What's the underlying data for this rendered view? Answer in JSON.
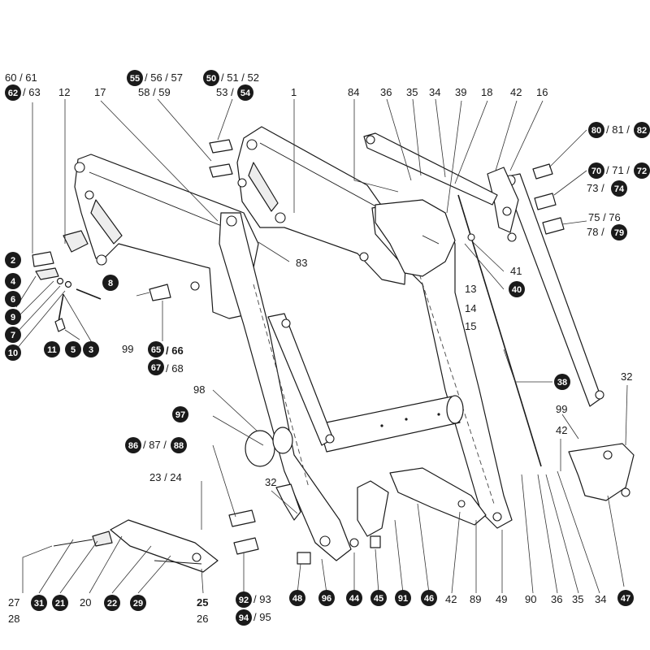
{
  "colors": {
    "ink": "#1a1a1a",
    "badge_fill": "#1a1a1a",
    "badge_text": "#ffffff"
  },
  "labels": {
    "l_60_61": "60 / 61",
    "l_63": "/ 63",
    "l_12": "12",
    "l_17": "17",
    "l_56_57": "/ 56 / 57",
    "l_58_59": "58 / 59",
    "l_51_52": "/ 51 / 52",
    "l_53": "53 /",
    "l_1": "1",
    "l_84": "84",
    "l_36_top": "36",
    "l_35_top": "35",
    "l_34_top": "34",
    "l_39": "39",
    "l_18": "18",
    "l_42_top": "42",
    "l_16": "16",
    "l_81": "/ 81 /",
    "l_71": "/ 71 /",
    "l_73": "73 /",
    "l_75_76": "75 / 76",
    "l_78": "78 /",
    "l_83": "83",
    "l_41": "41",
    "l_13": "13",
    "l_14": "14",
    "l_15": "15",
    "l_99_left": "99",
    "l_66": "/ 66",
    "l_68": "/ 68",
    "l_32_right": "32",
    "l_99_right": "99",
    "l_42_right": "42",
    "l_98": "98",
    "l_87": "/ 87 /",
    "l_23_24": "23 / 24",
    "l_32_mid": "32",
    "l_27": "27",
    "l_28": "28",
    "l_20": "20",
    "l_25": "25",
    "l_26": "26",
    "l_93": "/ 93",
    "l_95": "/ 95",
    "l_42_bottom": "42",
    "l_89": "89",
    "l_49": "49",
    "l_90": "90",
    "l_36_bottom": "36",
    "l_35_bottom": "35",
    "l_34_bottom": "34"
  },
  "badges": {
    "b62": "62",
    "b55": "55",
    "b50": "50",
    "b54": "54",
    "b80": "80",
    "b82": "82",
    "b70": "70",
    "b72": "72",
    "b74": "74",
    "b79": "79",
    "b2": "2",
    "b4": "4",
    "b6": "6",
    "b9": "9",
    "b7": "7",
    "b10": "10",
    "b8": "8",
    "b11": "11",
    "b5": "5",
    "b3": "3",
    "b65": "65",
    "b67": "67",
    "b40": "40",
    "b38": "38",
    "b97": "97",
    "b86": "86",
    "b88": "88",
    "b47": "47",
    "b31": "31",
    "b21": "21",
    "b22": "22",
    "b29": "29",
    "b92": "92",
    "b94": "94",
    "b48": "48",
    "b96": "96",
    "b44": "44",
    "b45": "45",
    "b91": "91",
    "b46": "46"
  }
}
